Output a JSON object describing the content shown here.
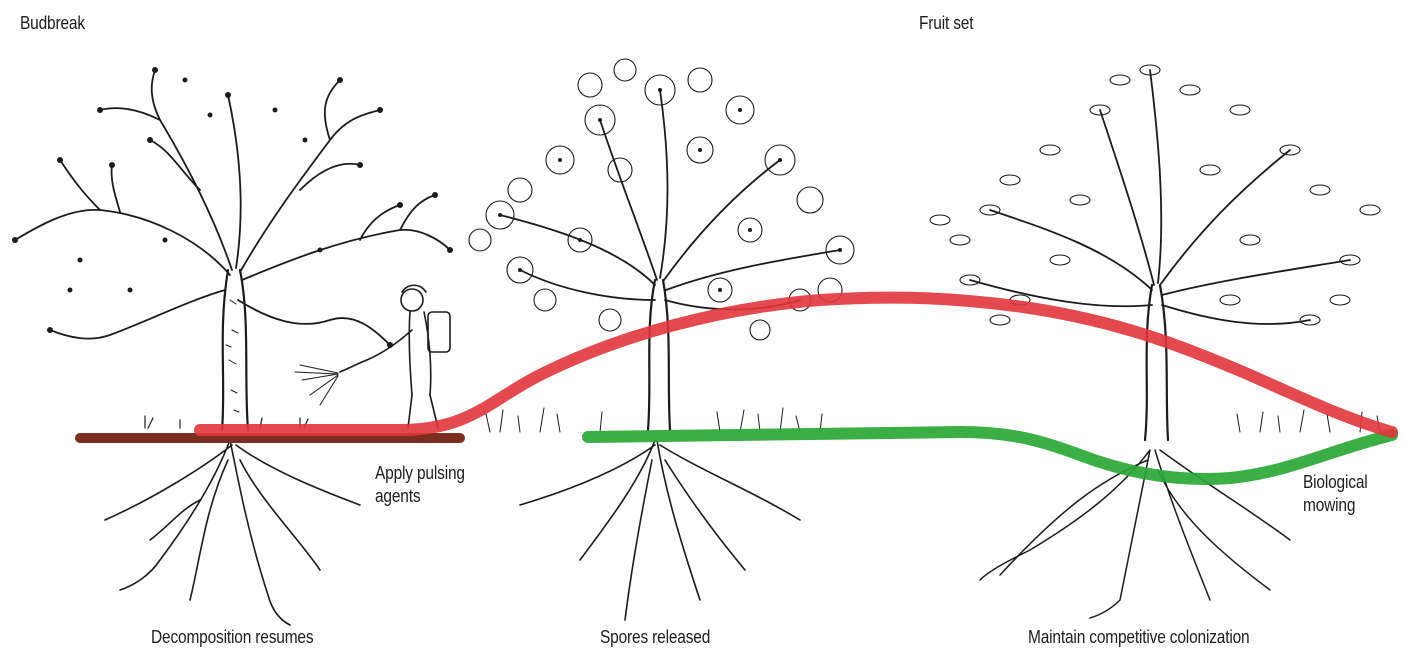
{
  "labels": {
    "top_left": "Budbreak",
    "top_center": "Fruit set",
    "bottom_left": "Decomposition resumes",
    "bottom_center": "Spores released",
    "bottom_right": "Maintain competitive colonization",
    "annotation_spray_line1": "Apply pulsing",
    "annotation_spray_line2": "agents",
    "annotation_mowing_line1": "Biological",
    "annotation_mowing_line2": "mowing"
  },
  "colors": {
    "red_curve": "#e0353b",
    "green_curve": "#2aa836",
    "soil_band": "#7a2f20",
    "ink": "#1b1b1b"
  },
  "icons": [
    "tree-budbreak-illustration",
    "tree-blossom-illustration",
    "tree-fruitset-illustration",
    "person-spraying-illustration"
  ]
}
